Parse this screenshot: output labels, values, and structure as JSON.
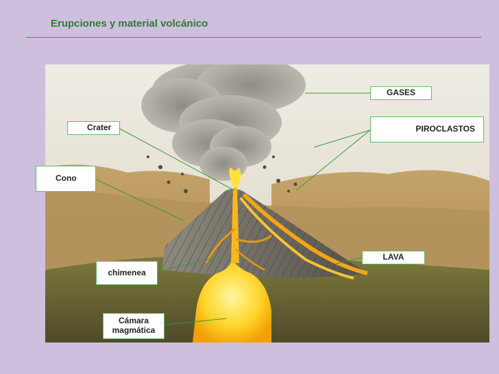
{
  "page": {
    "title": "Erupciones y material volcánico"
  },
  "labels": {
    "gases": "GASES",
    "piroclastos": "PIROCLASTOS",
    "crater": "Crater",
    "cono": "Cono",
    "lava": "LAVA",
    "chimenea": "chimenea",
    "camara": "Cámara magmática"
  },
  "colors": {
    "background": "#cdbfdd",
    "title": "#2e7d32",
    "rule": "#3a9a3a",
    "leader": "#3a9a3a"
  }
}
